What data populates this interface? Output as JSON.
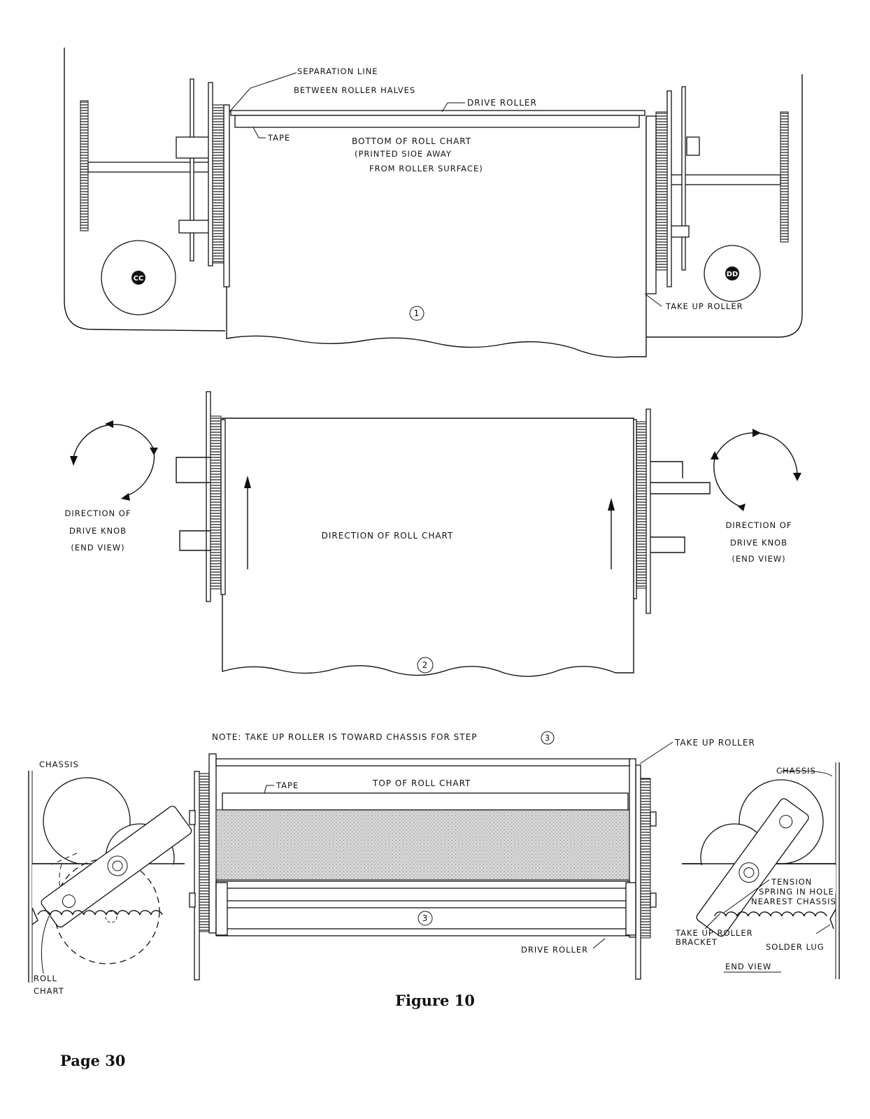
{
  "panel1": {
    "separation_line_label": "SEPARATION LINE",
    "between_label": "BETWEEN ROLLER HALVES",
    "drive_roller_label": "DRIVE ROLLER",
    "tape_label": "TAPE",
    "bottom_line1": "BOTTOM OF ROLL CHART",
    "bottom_line2": "(PRINTED SIOE AWAY",
    "bottom_line3": "FROM ROLLER SURFACE)",
    "knob_left": "CC",
    "knob_right": "DD",
    "step": "1",
    "take_up_label": "TAKE UP ROLLER"
  },
  "panel2": {
    "left_dir1": "DIRECTION OF",
    "left_dir2": "DRIVE KNOB",
    "left_dir3": "(END VIEW)",
    "center": "DIRECTION OF ROLL CHART",
    "right_dir1": "DIRECTION OF",
    "right_dir2": "DRIVE KNOB",
    "right_dir3": "(END VIEW)",
    "step": "2"
  },
  "panel3": {
    "note": "NOTE: TAKE UP ROLLER IS TOWARD CHASSIS FOR STEP",
    "note_step": "3",
    "take_up_label": "TAKE UP ROLLER",
    "chassis_left": "CHASSIS",
    "top_label": "TOP OF ROLL CHART",
    "tape_label": "TAPE",
    "chassis_right": "CHASSIS",
    "tension1": "TENSION",
    "tension2": "SPRING IN HOLE",
    "tension3": "NEAREST CHASSIS",
    "bracket1": "TAKE UP ROLLER",
    "bracket2": "BRACKET",
    "solder_lug": "SOLDER LUG",
    "roll1": "ROLL",
    "roll2": "CHART",
    "drive_roller_label": "DRIVE ROLLER",
    "end_view": "END VIEW",
    "step": "3"
  },
  "caption": "Figure 10",
  "page_number": "Page 30"
}
